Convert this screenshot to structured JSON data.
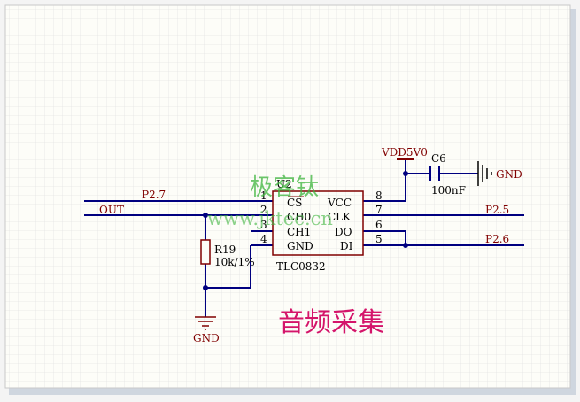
{
  "schematic": {
    "chip": {
      "ref": "U2",
      "part": "TLC0832",
      "pins_left": [
        {
          "num": "1",
          "name": "CS"
        },
        {
          "num": "2",
          "name": "CH0"
        },
        {
          "num": "3",
          "name": "CH1"
        },
        {
          "num": "4",
          "name": "GND"
        }
      ],
      "pins_right": [
        {
          "num": "8",
          "name": "VCC"
        },
        {
          "num": "7",
          "name": "CLK"
        },
        {
          "num": "6",
          "name": "DO"
        },
        {
          "num": "5",
          "name": "DI"
        }
      ]
    },
    "resistor": {
      "ref": "R19",
      "value": "10k/1%"
    },
    "capacitor": {
      "ref": "C6",
      "value": "100nF"
    },
    "power": {
      "vdd": "VDD5V0",
      "gnd_right": "GND",
      "gnd_bottom": "GND"
    },
    "nets": {
      "p27": "P2.7",
      "out": "OUT",
      "p25": "P2.5",
      "p26": "P2.6"
    },
    "title": "音频采集",
    "watermark": {
      "line1": "极客钛",
      "line2": "www.jktec.cn"
    }
  },
  "colors": {
    "wire": "#000080",
    "component": "#800000",
    "label": "#800000",
    "title": "#d4146a",
    "watermark": "#3cb43c",
    "grid": "#e2e2e2"
  }
}
